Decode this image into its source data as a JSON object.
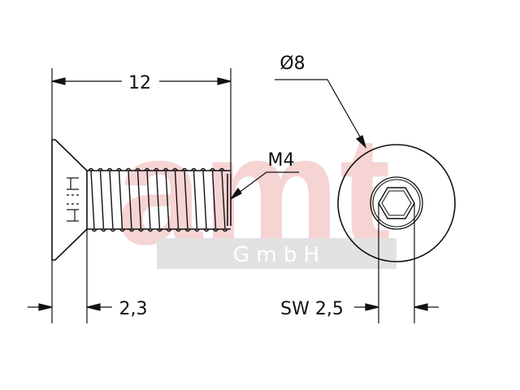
{
  "colors": {
    "line": "#111111",
    "watermark_red": "#f6d4d4",
    "watermark_band": "#e2e2e2",
    "watermark_text": "#ffffff",
    "background": "#ffffff"
  },
  "watermark": {
    "logo_text": "amt",
    "company": "G m b H"
  },
  "dimensions": {
    "length": "12",
    "head_diameter": "Ø8",
    "thread": "M4",
    "head_height": "2,3",
    "socket_size": "SW 2,5"
  },
  "icons": {
    "socket": "hex-socket-icon"
  }
}
